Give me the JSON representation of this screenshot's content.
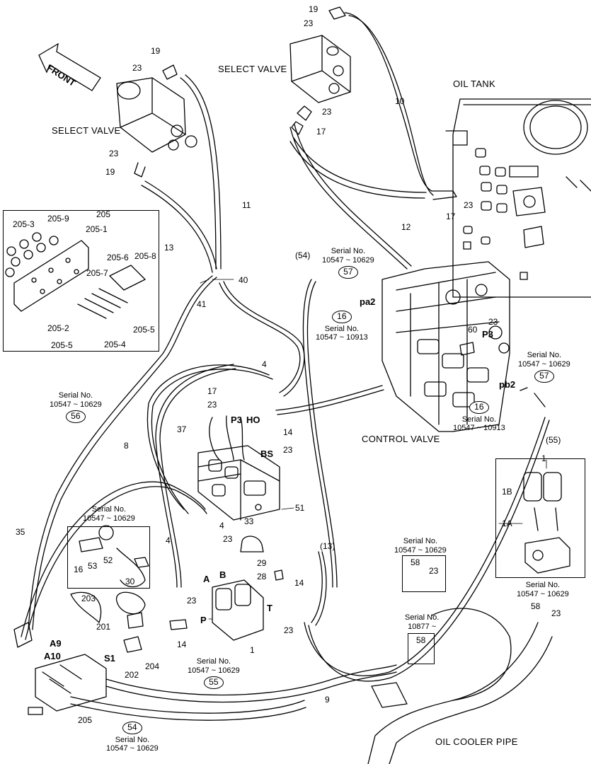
{
  "front_label": "FRONT",
  "titles": {
    "select_valve_left": "SELECT VALVE",
    "select_valve_top": "SELECT VALVE",
    "oil_tank": "OIL TANK",
    "control_valve": "CONTROL VALVE",
    "oil_cooler_pipe": "OIL COOLER PIPE"
  },
  "part_numbers": {
    "p19a": "19",
    "p23a": "23",
    "p23b": "23",
    "p19b": "19",
    "p19c": "19",
    "p23c": "23",
    "p23d": "23",
    "p17a": "17",
    "p10": "10",
    "p11": "11",
    "p13": "13",
    "p12": "12",
    "p23e": "23",
    "p17b": "17",
    "p40": "40",
    "p41": "41",
    "p205": "205",
    "p205_3": "205-3",
    "p205_9": "205-9",
    "p205_1": "205-1",
    "p205_6": "205-6",
    "p205_8": "205-8",
    "p205_7": "205-7",
    "p205_2": "205-2",
    "p205_5a": "205-5",
    "p205_4": "205-4",
    "p205_5b": "205-5",
    "p54paren": "(54)",
    "pa2": "pa2",
    "p23f": "23",
    "p60": "60",
    "pP3b": "P3",
    "pb2": "pb2",
    "p4a": "4",
    "p17c": "17",
    "p23g": "23",
    "pP3": "P3",
    "pHO": "HO",
    "p14a": "14",
    "pBS": "BS",
    "p23h": "23",
    "p37": "37",
    "p8": "8",
    "p55paren": "(55)",
    "p51": "51",
    "p35": "35",
    "p4b": "4",
    "p4c": "4",
    "p23i": "23",
    "p33": "33",
    "p13paren": "(13)",
    "p29": "29",
    "pA": "A",
    "pB": "B",
    "p28": "28",
    "p14b": "14",
    "pT": "T",
    "p23j": "23",
    "p23k": "23",
    "pP": "P",
    "p14c": "14",
    "p1": "1",
    "p16a": "16",
    "p53": "53",
    "p52": "52",
    "p30": "30",
    "p203": "203",
    "p201": "201",
    "pA9": "A9",
    "pA10": "A10",
    "pS1": "S1",
    "p204": "204",
    "p202": "202",
    "p205c": "205",
    "p9": "9",
    "p1top": "1",
    "p1B": "1B",
    "p1A": "1A",
    "p58a": "58",
    "p23l": "23",
    "p58b": "58",
    "p23m": "23",
    "p58c": "58"
  },
  "callouts": {
    "c57a": {
      "serial": "Serial No.",
      "range": "10547 ~ 10629",
      "ring": "57"
    },
    "c16a": {
      "serial": "Serial No.",
      "range": "10547 ~ 10913",
      "ring": "16"
    },
    "c57b": {
      "serial": "Serial No.",
      "range": "10547 ~ 10629",
      "ring": "57"
    },
    "c16b": {
      "serial": "Serial No.",
      "range": "10547 ~ 10913",
      "ring": "16"
    },
    "c56": {
      "serial": "Serial No.",
      "range": "10547 ~ 10629",
      "ring": "56"
    },
    "c55": {
      "serial": "Serial No.",
      "range": "10547 ~ 10629",
      "ring": "55"
    },
    "c54": {
      "serial": "Serial No.",
      "range": "10547 ~ 10629",
      "ring": "54"
    },
    "cbox53": {
      "serial": "Serial No.",
      "range": "10547 ~ 10629"
    },
    "cbox58a": {
      "serial": "Serial No.",
      "range": "10547 ~ 10629"
    },
    "cbox58b": {
      "serial": "Serial No.",
      "range": "10877 ~"
    },
    "cbox58c": {
      "serial": "Serial No.",
      "range": "10547 ~ 10629"
    }
  }
}
